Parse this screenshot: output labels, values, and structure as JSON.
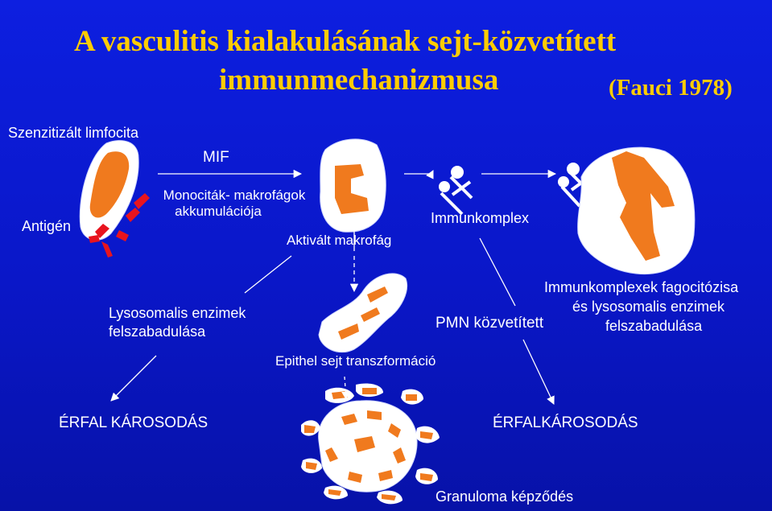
{
  "title": {
    "line1": "A vasculitis kialakulásának sejt-közvetített",
    "line2": "immunmechanizmusa",
    "reference": "(Fauci 1978)"
  },
  "labels": {
    "sensitized_lymphocyte": "Szenzitizált limfocita",
    "mif": "MIF",
    "antigen": "Antigén",
    "monocyte_line1": "Monociták- makrofágok",
    "monocyte_line2": "akkumulációja",
    "activated_macrophage": "Aktivált makrofág",
    "immune_complex": "Immunkomplex",
    "phagocytosis_line1": "Immunkomplexek fagocitózisa",
    "phagocytosis_line2": "és lysosomalis enzimek",
    "phagocytosis_line3": "felszabadulása",
    "pmn_mediated": "PMN közvetített",
    "lysosomal_line1": "Lysosomalis enzimek",
    "lysosomal_line2": "felszabadulása",
    "epithel_transformation": "Epithel sejt transzformáció",
    "vessel_damage_left": "ÉRFAL KÁROSODÁS",
    "vessel_damage_right": "ÉRFALKÁROSODÁS",
    "granuloma": "Granuloma képződés"
  },
  "colors": {
    "background": "#0d1fe0",
    "title": "#ffcc00",
    "cell_membrane": "#ffffff",
    "nucleus": "#f07a1e",
    "antigen": "#e8141e",
    "text": "#ffffff"
  }
}
